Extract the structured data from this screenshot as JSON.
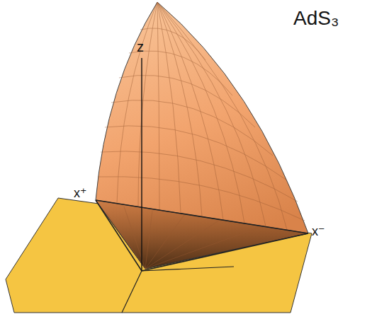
{
  "diagram": {
    "labels": [
      "AdS₃",
      "z",
      "x⁺",
      "x⁻"
    ]
  }
}
